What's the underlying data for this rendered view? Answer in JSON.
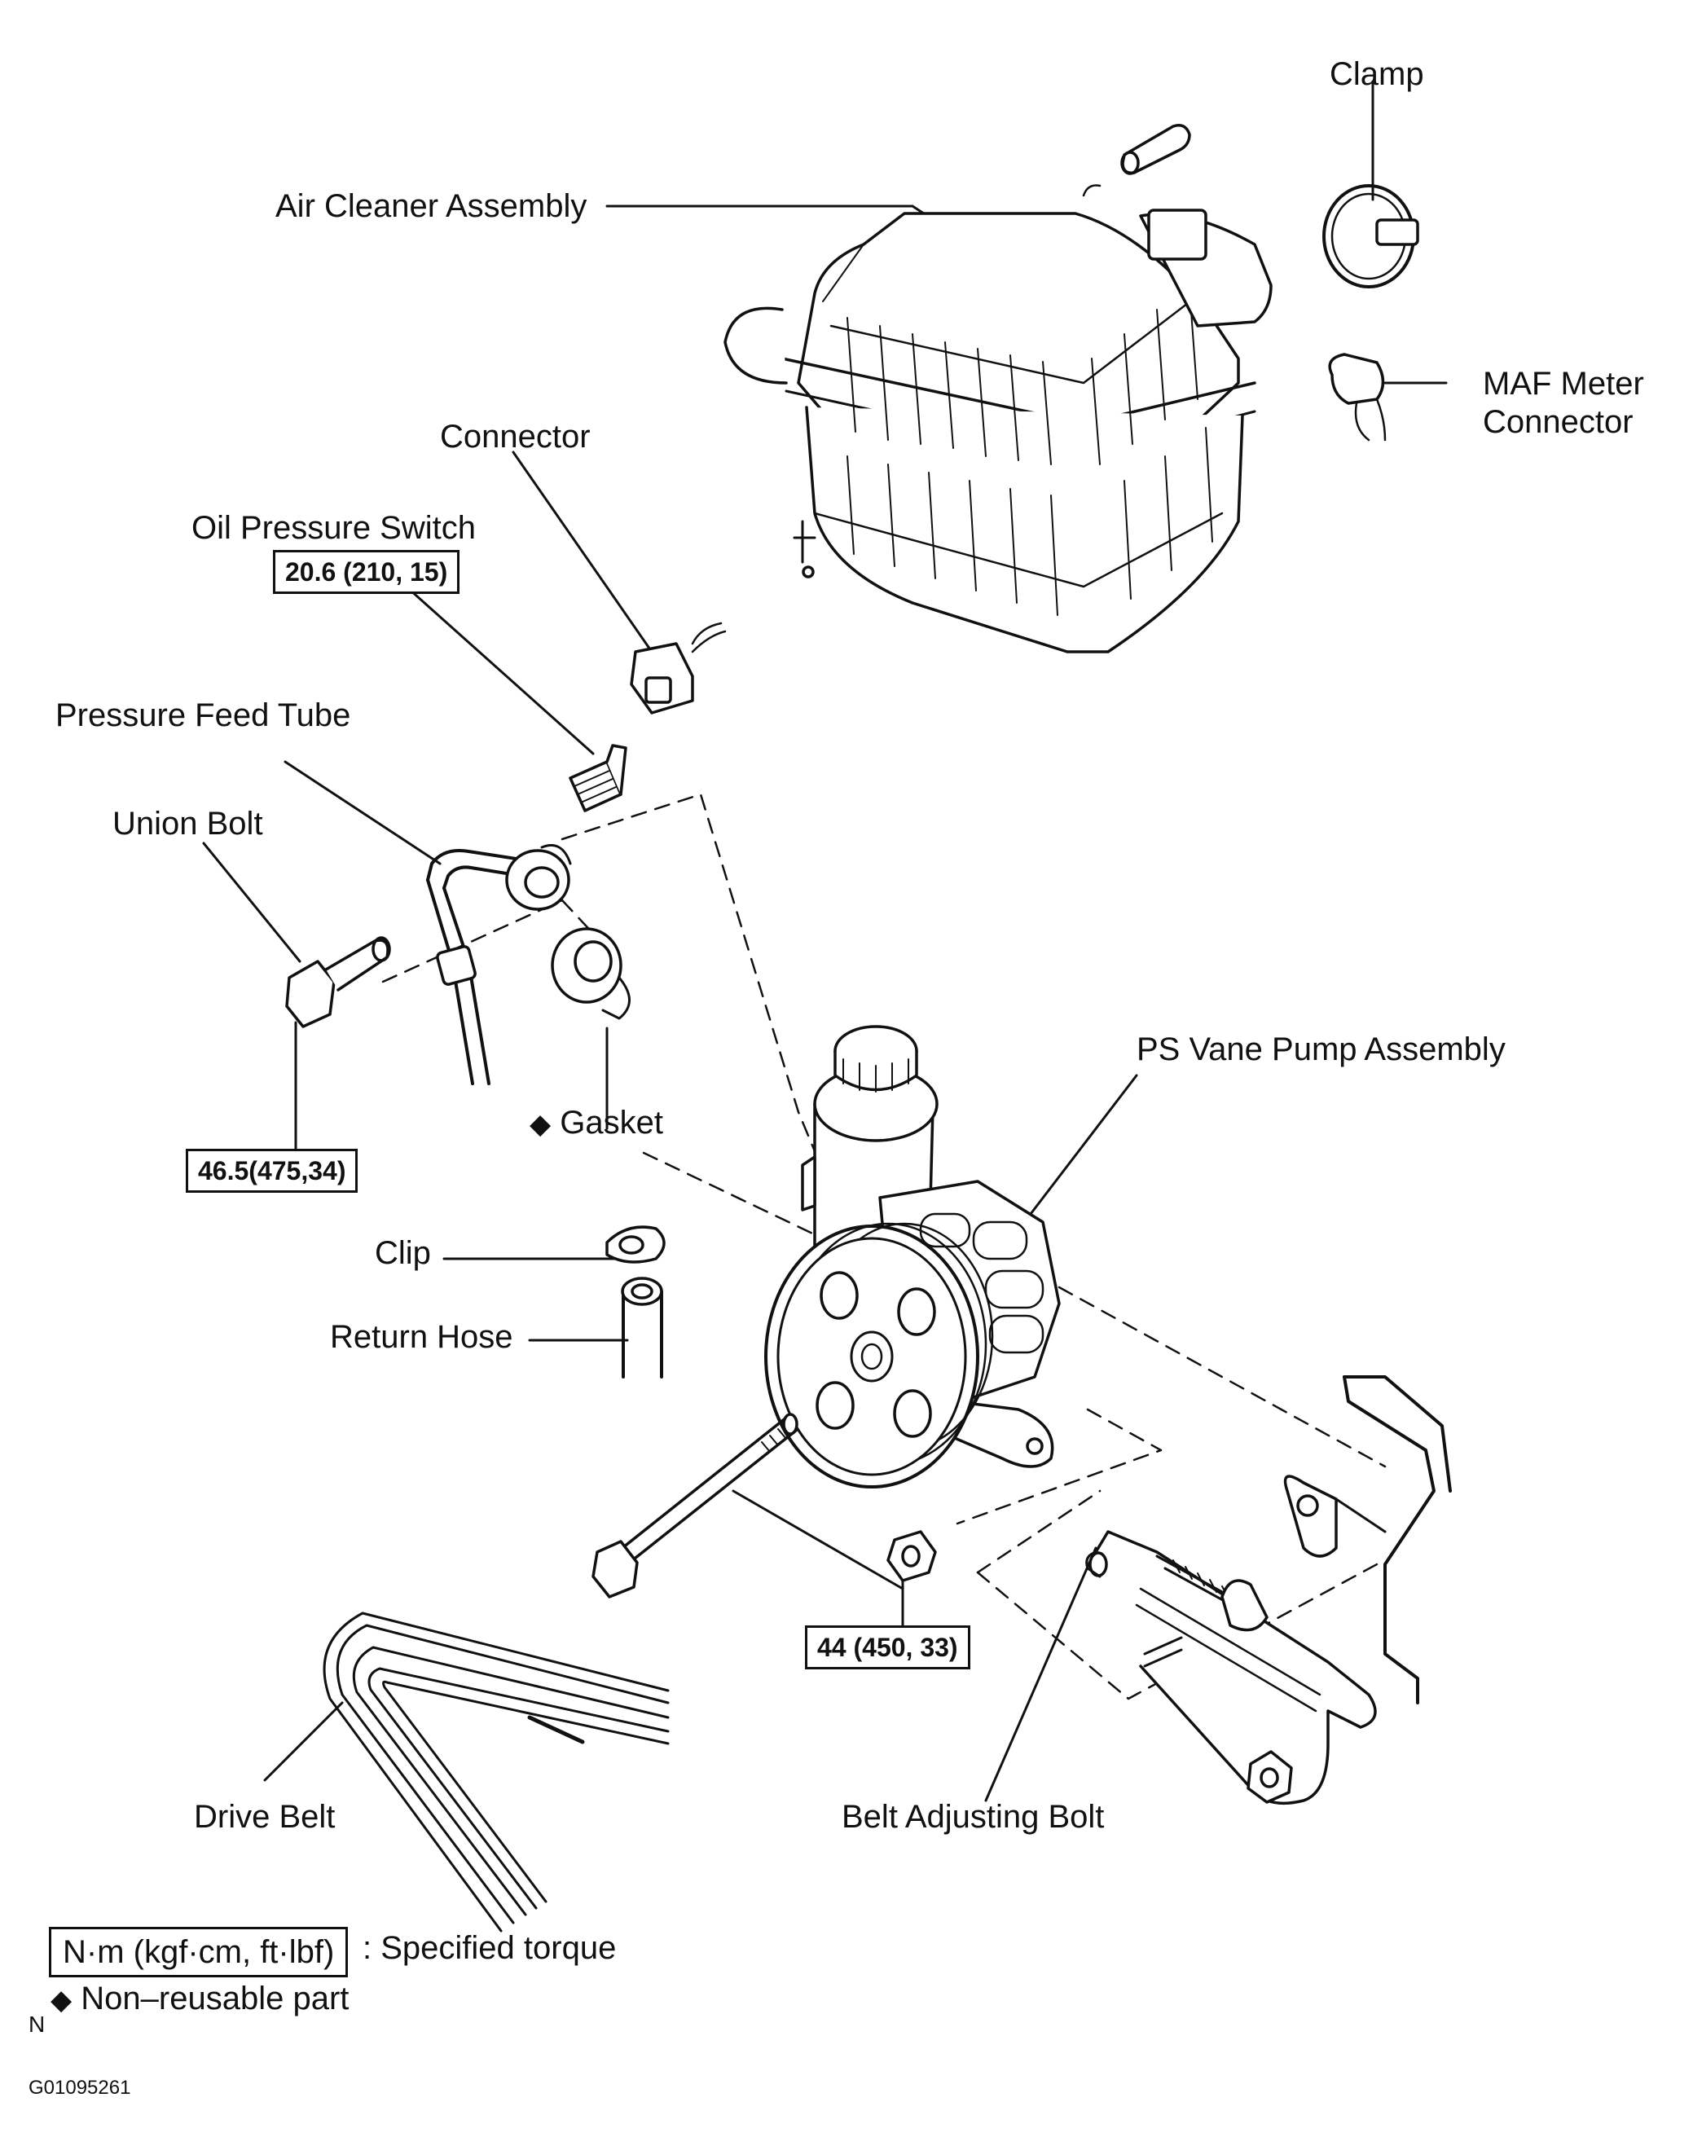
{
  "labels": {
    "clamp": "Clamp",
    "air_cleaner": "Air Cleaner Assembly",
    "maf_line1": "MAF Meter",
    "maf_line2": "Connector",
    "connector": "Connector",
    "oil_pressure_switch": "Oil Pressure Switch",
    "pressure_feed_tube": "Pressure Feed Tube",
    "union_bolt": "Union Bolt",
    "ps_vane_pump": "PS Vane Pump Assembly",
    "gasket": "Gasket",
    "clip": "Clip",
    "return_hose": "Return Hose",
    "drive_belt": "Drive Belt",
    "belt_adjusting_bolt": "Belt Adjusting Bolt"
  },
  "torques": {
    "oil_pressure_switch": "20.6 (210, 15)",
    "union_bolt": "46.5(475,34)",
    "pump_bolts": "44 (450, 33)"
  },
  "symbols": {
    "non_reusable": "◆"
  },
  "legend": {
    "unit_box": "N·m (kgf·cm, ft·lbf)",
    "torque_text": ": Specified torque",
    "non_reusable_text": "Non–reusable part"
  },
  "footer": {
    "mark": "N",
    "code": "G01095261"
  },
  "icons": [
    "diamond-icon"
  ],
  "colors": {
    "ink": "#111111",
    "paper": "#ffffff"
  }
}
